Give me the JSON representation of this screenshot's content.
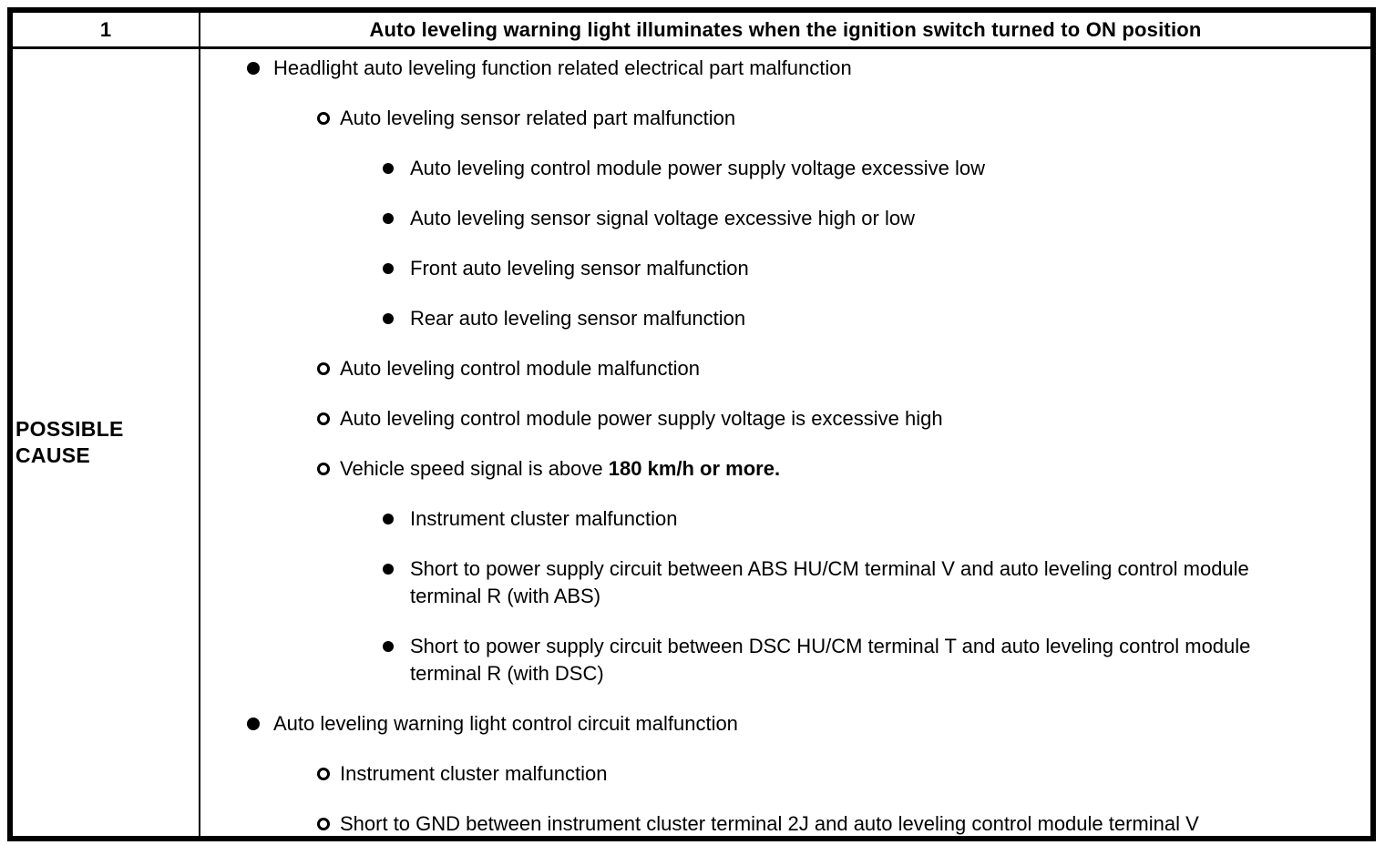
{
  "table": {
    "header": {
      "item_number": "1",
      "title": "Auto leveling warning light illuminates when the ignition switch turned to ON position"
    },
    "row_label": "POSSIBLE CAUSE",
    "causes": [
      {
        "level": 1,
        "bullet": "filled",
        "text": "Headlight auto leveling function related electrical part malfunction"
      },
      {
        "level": 2,
        "bullet": "open",
        "text": "Auto leveling sensor related part malfunction"
      },
      {
        "level": 3,
        "bullet": "filled",
        "text": "Auto leveling control module power supply voltage excessive low"
      },
      {
        "level": 3,
        "bullet": "filled",
        "text": "Auto leveling sensor signal voltage excessive high or low"
      },
      {
        "level": 3,
        "bullet": "filled",
        "text": "Front auto leveling sensor malfunction"
      },
      {
        "level": 3,
        "bullet": "filled",
        "text": "Rear auto leveling sensor malfunction"
      },
      {
        "level": 2,
        "bullet": "open",
        "text": "Auto leveling control module malfunction"
      },
      {
        "level": 2,
        "bullet": "open",
        "text": "Auto leveling control module power supply voltage is excessive high"
      },
      {
        "level": 2,
        "bullet": "open",
        "text": "Vehicle speed signal is above ",
        "bold_text": "180 km/h or more."
      },
      {
        "level": 3,
        "bullet": "filled",
        "text": "Instrument cluster malfunction"
      },
      {
        "level": 3,
        "bullet": "filled",
        "text": "Short to power supply circuit between ABS HU/CM terminal V and auto leveling control module terminal R (with ABS)"
      },
      {
        "level": 3,
        "bullet": "filled",
        "text": "Short to power supply circuit between DSC HU/CM terminal T and auto leveling control module terminal R (with DSC)"
      },
      {
        "level": 1,
        "bullet": "filled",
        "text": "Auto leveling warning light control circuit malfunction"
      },
      {
        "level": 2,
        "bullet": "open",
        "text": "Instrument cluster malfunction"
      },
      {
        "level": 2,
        "bullet": "open",
        "text": "Short to GND between instrument cluster terminal 2J and auto leveling control module terminal V"
      }
    ]
  }
}
